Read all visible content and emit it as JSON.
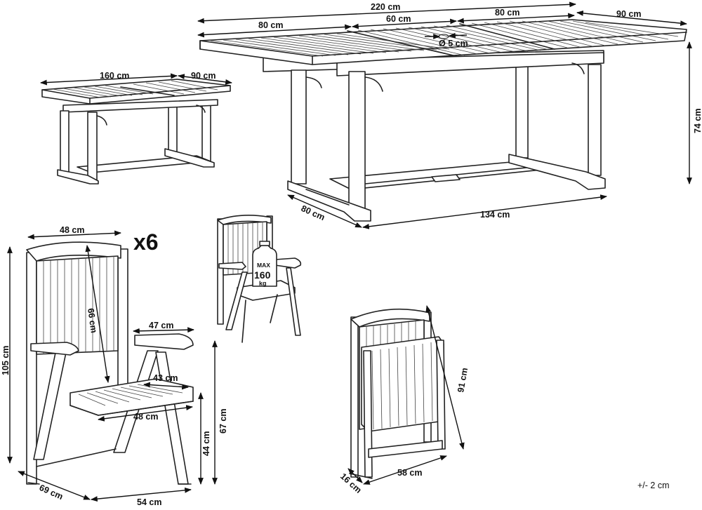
{
  "large_table": {
    "length_total": "220 cm",
    "leaf_left": "80 cm",
    "leaf_middle": "60 cm",
    "leaf_right": "80 cm",
    "depth": "90 cm",
    "umbrella_hole": "Ø 5 cm",
    "height": "74 cm",
    "base_depth": "80 cm",
    "base_length": "134 cm"
  },
  "small_table": {
    "length": "160 cm",
    "depth": "90 cm"
  },
  "chair": {
    "quantity": "x6",
    "back_width": "48 cm",
    "back_height": "66 cm",
    "total_height": "105 cm",
    "armrest_length": "47 cm",
    "seat_depth": "43 cm",
    "seat_width": "48 cm",
    "arm_height": "67 cm",
    "seat_height": "44 cm",
    "depth": "69 cm",
    "width": "54 cm"
  },
  "load_badge": {
    "max": "MAX",
    "value": "160",
    "unit": "kg"
  },
  "folded_chair": {
    "height": "91 cm",
    "width": "58 cm",
    "thickness": "16 cm"
  },
  "tolerance": "+/- 2 cm"
}
